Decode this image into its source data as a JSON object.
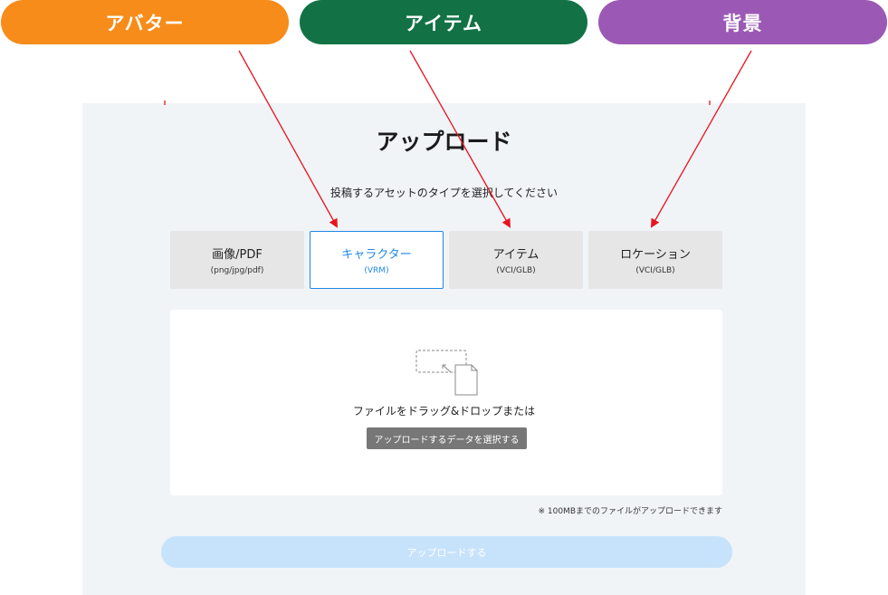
{
  "callouts": {
    "avatar": {
      "label": "アバター",
      "color": "#f78c1a"
    },
    "item": {
      "label": "アイテム",
      "color": "#127245"
    },
    "background": {
      "label": "背景",
      "color": "#9b59b5"
    }
  },
  "page": {
    "title": "アップロード",
    "subtitle": "投稿するアセットのタイプを選択してください"
  },
  "asset_types": [
    {
      "label": "画像/PDF",
      "sub": "(png/jpg/pdf)",
      "selected": false
    },
    {
      "label": "キャラクター",
      "sub": "(VRM)",
      "selected": true
    },
    {
      "label": "アイテム",
      "sub": "(VCI/GLB)",
      "selected": false
    },
    {
      "label": "ロケーション",
      "sub": "(VCI/GLB)",
      "selected": false
    }
  ],
  "dropzone": {
    "icon": "file-drop-icon",
    "text": "ファイルをドラッグ&ドロップまたは",
    "select_label": "アップロードするデータを選択する"
  },
  "note": "※ 100MBまでのファイルがアップロードできます",
  "upload_label": "アップロードする",
  "colors": {
    "accent": "#1e88e5",
    "arrow": "#e8141e",
    "panel_bg": "#f1f4f7",
    "upload_disabled": "#c7e3fb"
  }
}
